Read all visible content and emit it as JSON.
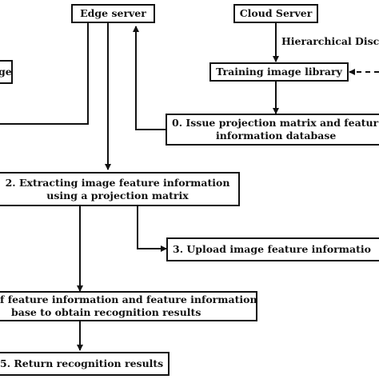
{
  "nodes": {
    "edge_server": "Edge server",
    "cloud_server": "Cloud Server",
    "left_cut": "ge",
    "training_library": "Training image library",
    "issue_line1": "0. Issue projection matrix and featur",
    "issue_line2": "information database",
    "extract_line1": "2. Extracting image feature information",
    "extract_line2": "using a projection matrix",
    "upload": "3. Upload image feature informatio",
    "match_line1": "f feature information and feature information",
    "match_line2": "base to obtain recognition results",
    "return": "5. Return recognition results"
  },
  "edge_labels": {
    "hierarchical": "Hierarchical Disc"
  }
}
